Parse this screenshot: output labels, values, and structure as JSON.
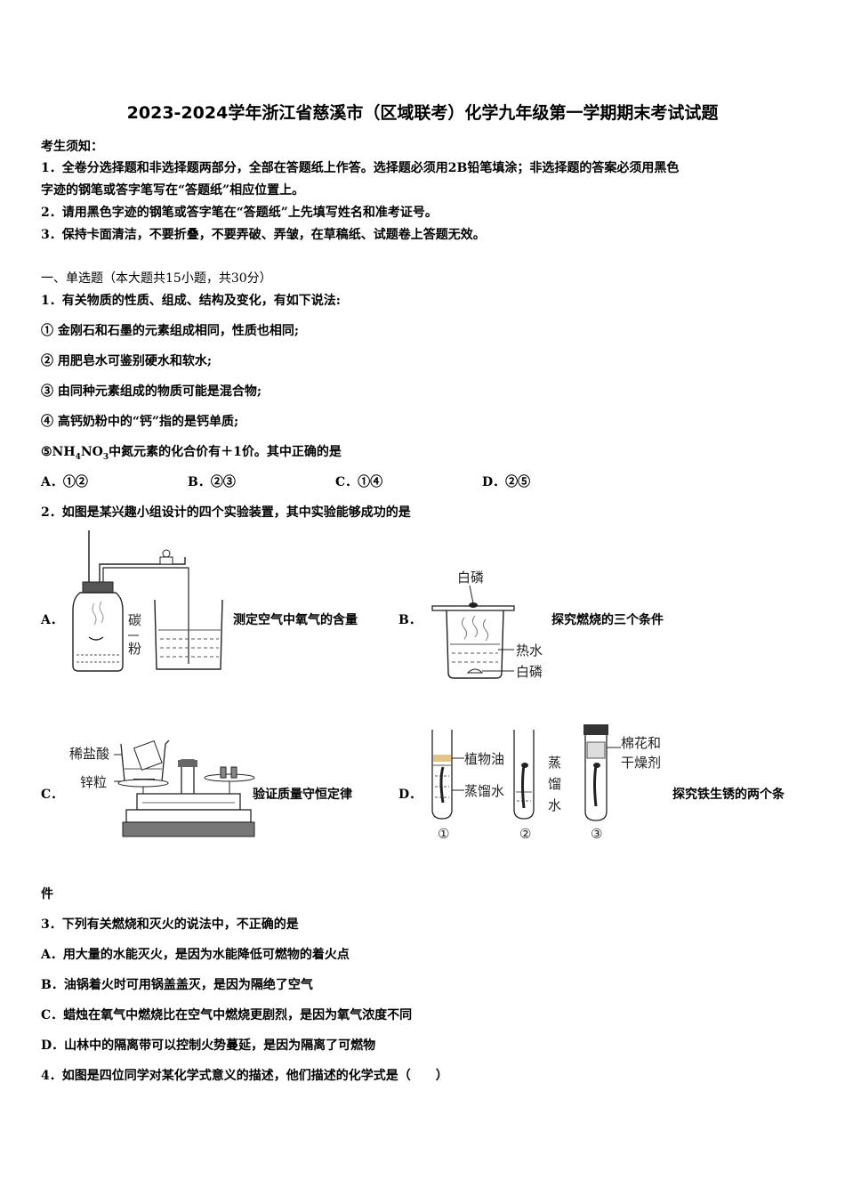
{
  "title": "2023-2024学年浙江省慈溪市（区域联考）化学九年级第一学期期末考试试题",
  "notice": {
    "heading": "考生须知：",
    "items": [
      "1．全卷分选择题和非选择题两部分，全部在答题纸上作答。选择题必须用2B铅笔填涂；非选择题的答案必须用黑色",
      "字迹的钢笔或答字笔写在“答题纸”相应位置上。",
      "2．请用黑色字迹的钢笔或答字笔在“答题纸”上先填写姓名和准考证号。",
      "3．保持卡面清洁，不要折叠，不要弄破、弄皱，在草稿纸、试题卷上答题无效。"
    ]
  },
  "section1": "一、单选题（本大题共15小题，共30分）",
  "q1": {
    "stem": "1．有关物质的性质、组成、结构及变化，有如下说法:",
    "s1": "① 金刚石和石墨的元素组成相同，性质也相同;",
    "s2": "② 用肥皂水可鉴别硬水和软水;",
    "s3": "③ 由同种元素组成的物质可能是混合物;",
    "s4": "④ 高钙奶粉中的“钙”指的是钙单质;",
    "s5_pre": "⑤NH",
    "s5_sub1": "4",
    "s5_mid": "NO",
    "s5_sub2": "3",
    "s5_post": "中氮元素的化合价有＋1价。其中正确的是",
    "opts": [
      "A．①②",
      "B．②③",
      "C．①④",
      "D．②⑤"
    ]
  },
  "q2": {
    "stem": "2．如图是某兴趣小组设计的四个实验装置，其中实验能够成功的是",
    "A_letter": "A．",
    "A_label": "测定空气中氧气的含量",
    "A_fig": [
      "碳",
      "粉"
    ],
    "B_letter": "B．",
    "B_label": "探究燃烧的三个条件",
    "B_fig": [
      "白磷",
      "热水",
      "白磷"
    ],
    "C_letter": "C．",
    "C_label": "验证质量守恒定律",
    "C_fig": [
      "稀盐酸",
      "锌粒"
    ],
    "D_letter": "D．",
    "D_label": "探究铁生锈的两个条",
    "D_fig": [
      "植物油",
      "蒸馏水",
      "蒸",
      "馏",
      "水",
      "棉花和",
      "干燥剂",
      "①",
      "②",
      "③"
    ],
    "tail": "件"
  },
  "q3": {
    "stem": "3．下列有关燃烧和灭火的说法中，不正确的是",
    "opts": [
      "A．用大量的水能灭火，是因为水能降低可燃物的着火点",
      "B．油锅着火时可用锅盖盖灭，是因为隔绝了空气",
      "C．蜡烛在氧气中燃烧比在空气中燃烧更剧烈，是因为氧气浓度不同",
      "D．山林中的隔离带可以控制火势蔓延，是因为隔离了可燃物"
    ]
  },
  "q4": {
    "stem": "4．如图是四位同学对某化学式意义的描述，他们描述的化学式是（　　）"
  }
}
